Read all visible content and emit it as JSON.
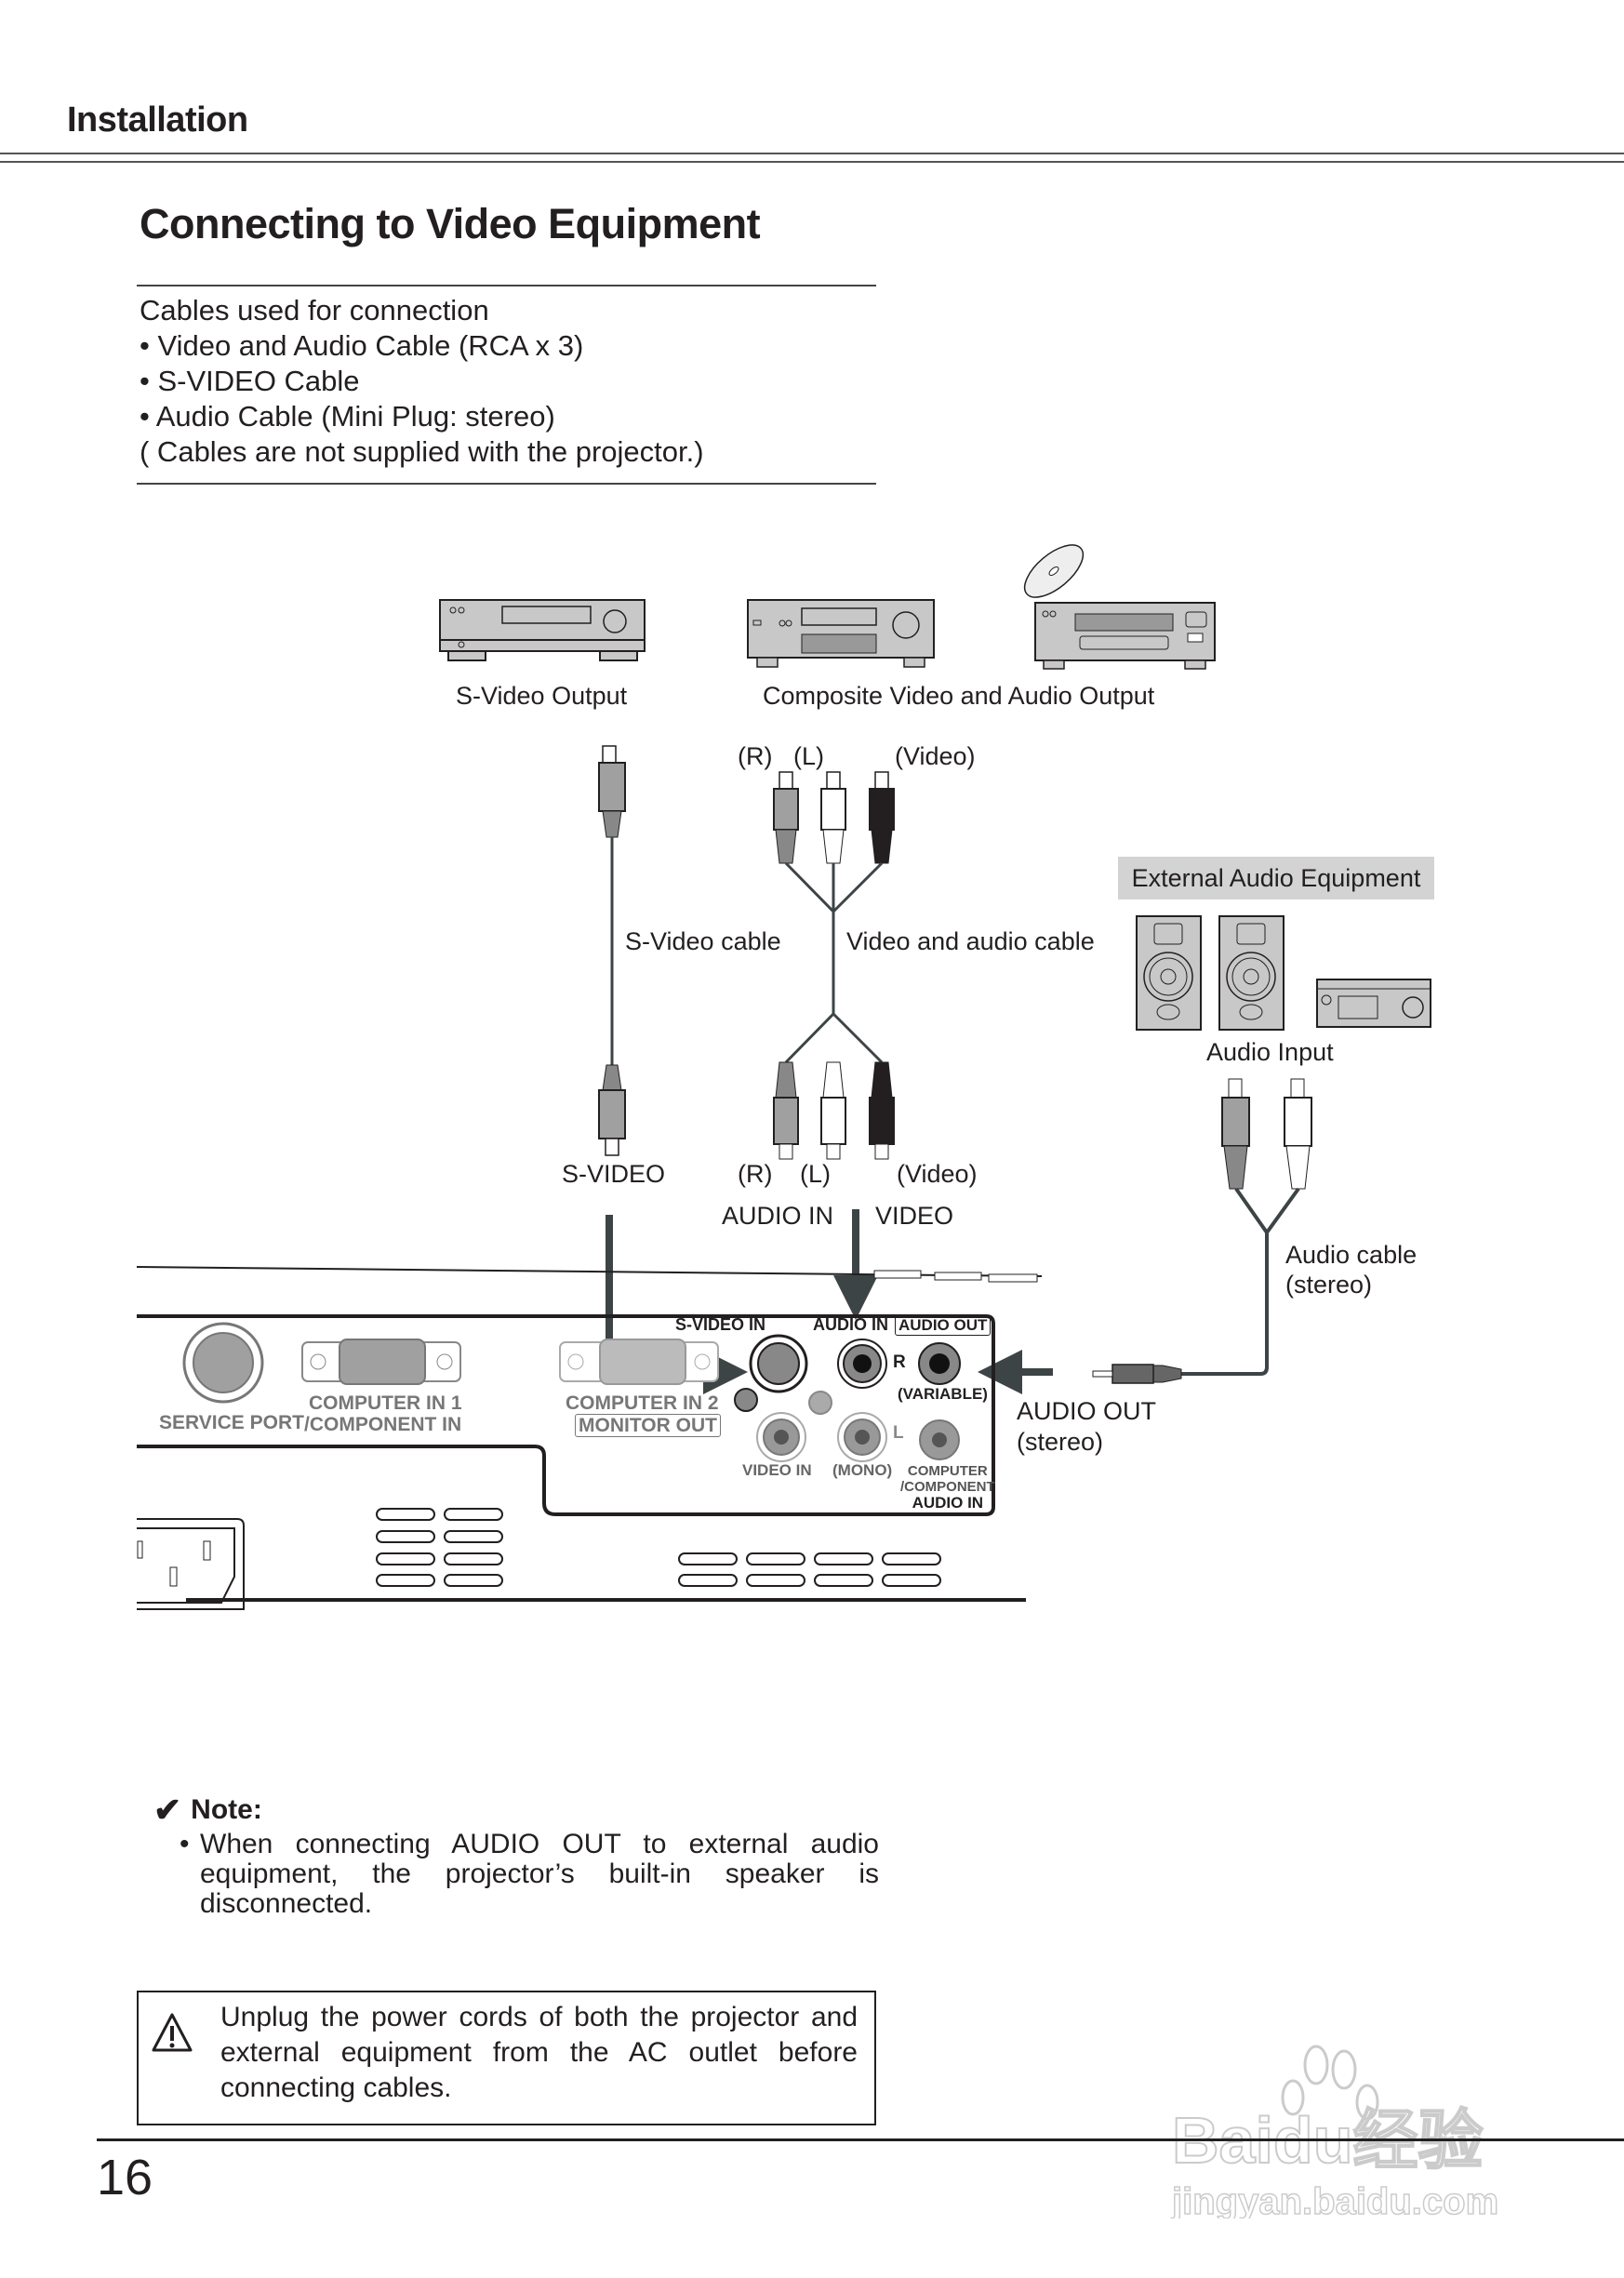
{
  "header": {
    "section": "Installation"
  },
  "page": {
    "title": "Connecting to Video Equipment",
    "number": "16"
  },
  "cables": {
    "heading": "Cables used for connection",
    "items": [
      "• Video and Audio Cable (RCA x 3)",
      "• S-VIDEO Cable",
      "• Audio Cable (Mini Plug: stereo)"
    ],
    "footnote": "( Cables are not supplied with the projector.)"
  },
  "diagram": {
    "source_labels": {
      "svideo_output": "S-Video Output",
      "composite_output": "Composite Video and Audio Output"
    },
    "top_plug_labels": {
      "r": "(R)",
      "l": "(L)",
      "video": "(Video)"
    },
    "cable_labels": {
      "svideo_cable": "S-Video cable",
      "av_cable": "Video and audio cable",
      "audio_cable_line1": "Audio cable",
      "audio_cable_line2": "(stereo)"
    },
    "external": {
      "title": "External Audio Equipment",
      "audio_input": "Audio Input"
    },
    "bottom_plug_labels": {
      "svideo": "S-VIDEO",
      "r": "(R)",
      "l": "(L)",
      "video": "(Video)",
      "audio_in": "AUDIO IN",
      "video_group": "VIDEO"
    },
    "audio_out_label": {
      "line1": "AUDIO OUT",
      "line2": "(stereo)"
    },
    "panel": {
      "service_port": "SERVICE PORT",
      "computer_in1_line1": "COMPUTER IN 1",
      "computer_in1_line2": "/COMPONENT IN",
      "computer_in2_line1": "COMPUTER IN 2",
      "computer_in2_line2": "MONITOR OUT",
      "svideo_in": "S-VIDEO IN",
      "audio_in": "AUDIO IN",
      "audio_out": "AUDIO OUT",
      "r": "R",
      "l": "L",
      "variable": "(VARIABLE)",
      "video_in": "VIDEO IN",
      "mono": "(MONO)",
      "comp_audio_line1": "COMPUTER",
      "comp_audio_line2": "/COMPONENT",
      "comp_audio_line3": "AUDIO IN"
    }
  },
  "note": {
    "heading": "Note:",
    "text": "When connecting AUDIO OUT to external audio equipment, the projector’s built-in speaker is disconnected."
  },
  "warning": {
    "text": "Unplug the power cords of both the projector and external equipment from the AC outlet before connecting cables."
  },
  "watermark": {
    "brand": "Baidu经验",
    "url": "jingyan.baidu.com"
  },
  "colors": {
    "ink": "#231f20",
    "device_gray": "#c8c8c8",
    "plug_gray": "#a0a0a0",
    "arrow": "#3d4446",
    "label_bg": "#d3d3d3"
  }
}
